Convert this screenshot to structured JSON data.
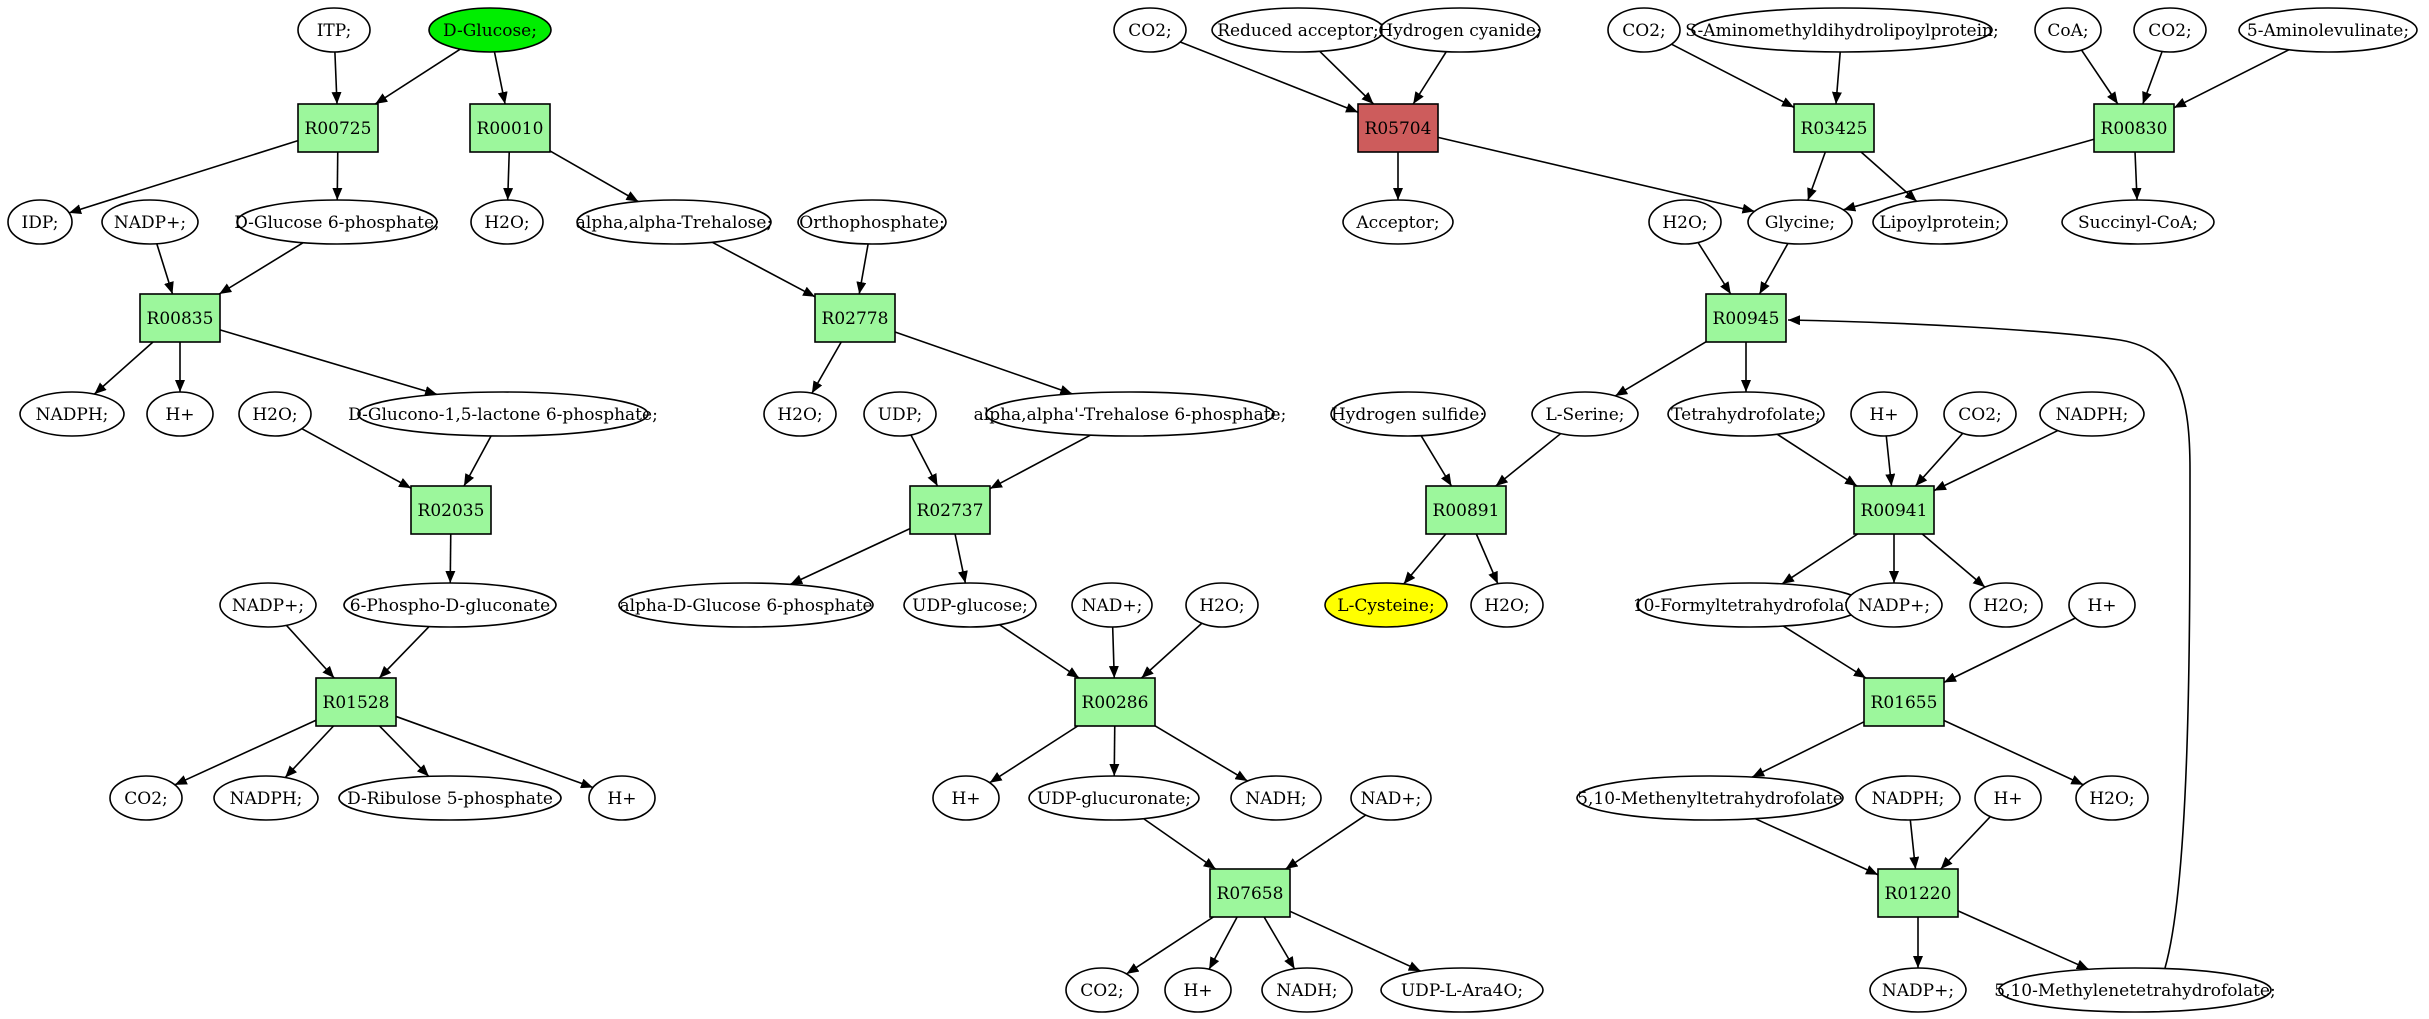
{
  "colors": {
    "reaction": "#9cf79c",
    "reaction_highlight": "#cd5c5c",
    "start_compound": "#00ee00",
    "target_compound": "#ffff00",
    "compound": "#ffffff",
    "stroke": "#000000"
  },
  "nodes": {
    "itp": "ITP;",
    "dglucose": "D-Glucose;",
    "r00725": "R00725",
    "r00010": "R00010",
    "idp": "IDP;",
    "nadpp1": "NADP+;",
    "dg6p": "D-Glucose 6-phosphate;",
    "h2o1": "H2O;",
    "trehalose": "alpha,alpha-Trehalose;",
    "orthophosphate": "Orthophosphate;",
    "r00835": "R00835",
    "r02778": "R02778",
    "nadph1": "NADPH;",
    "hp1": "H+",
    "h2o2": "H2O;",
    "glucono": "D-Glucono-1,5-lactone 6-phosphate;",
    "h2o3": "H2O;",
    "udp": "UDP;",
    "t6p": "alpha,alpha'-Trehalose 6-phosphate;",
    "r02035": "R02035",
    "r02737": "R02737",
    "nadpp2": "NADP+;",
    "phosphogluconate": "6-Phospho-D-gluconate",
    "ag6p": "alpha-D-Glucose 6-phosphate",
    "udpglucose": "UDP-glucose;",
    "nadp1": "NAD+;",
    "h2o4": "H2O;",
    "r01528": "R01528",
    "r00286": "R00286",
    "co2a": "CO2;",
    "nadph2": "NADPH;",
    "ribulose": "D-Ribulose 5-phosphate",
    "hp2": "H+",
    "hp3": "H+",
    "udpglucuronate": "UDP-glucuronate;",
    "nadh1": "NADH;",
    "nadp2": "NAD+;",
    "r07658": "R07658",
    "co2b": "CO2;",
    "hp4": "H+",
    "nadh2": "NADH;",
    "udplara": "UDP-L-Ara4O;",
    "co2c": "CO2;",
    "reducedacceptor": "Reduced acceptor;",
    "hcn": "Hydrogen cyanide;",
    "r05704": "R05704",
    "acceptor": "Acceptor;",
    "co2d": "CO2;",
    "sam": "S-Aminomethyldihydrolipoylprotein;",
    "r03425": "R03425",
    "coa": "CoA;",
    "co2e": "CO2;",
    "aminolev": "5-Aminolevulinate;",
    "r00830": "R00830",
    "h2o5": "H2O;",
    "glycine": "Glycine;",
    "lipoyl": "Lipoylprotein;",
    "succinylcoa": "Succinyl-CoA;",
    "r00945": "R00945",
    "h2s": "Hydrogen sulfide;",
    "serine": "L-Serine;",
    "thf": "Tetrahydrofolate;",
    "hp5": "H+",
    "co2f": "CO2;",
    "nadph3": "NADPH;",
    "r00891": "R00891",
    "r00941": "R00941",
    "cysteine": "L-Cysteine;",
    "h2o6": "H2O;",
    "formylthf": "10-Formyltetrahydrofolate;",
    "nadpp3": "NADP+;",
    "h2o7": "H2O;",
    "hp6": "H+",
    "r01655": "R01655",
    "methenyl": "5,10-Methenyltetrahydrofolate",
    "nadph4": "NADPH;",
    "hp7": "H+",
    "h2o8": "H2O;",
    "r01220": "R01220",
    "nadpp4": "NADP+;",
    "methylene": "5,10-Methylenetetrahydrofolate;"
  }
}
